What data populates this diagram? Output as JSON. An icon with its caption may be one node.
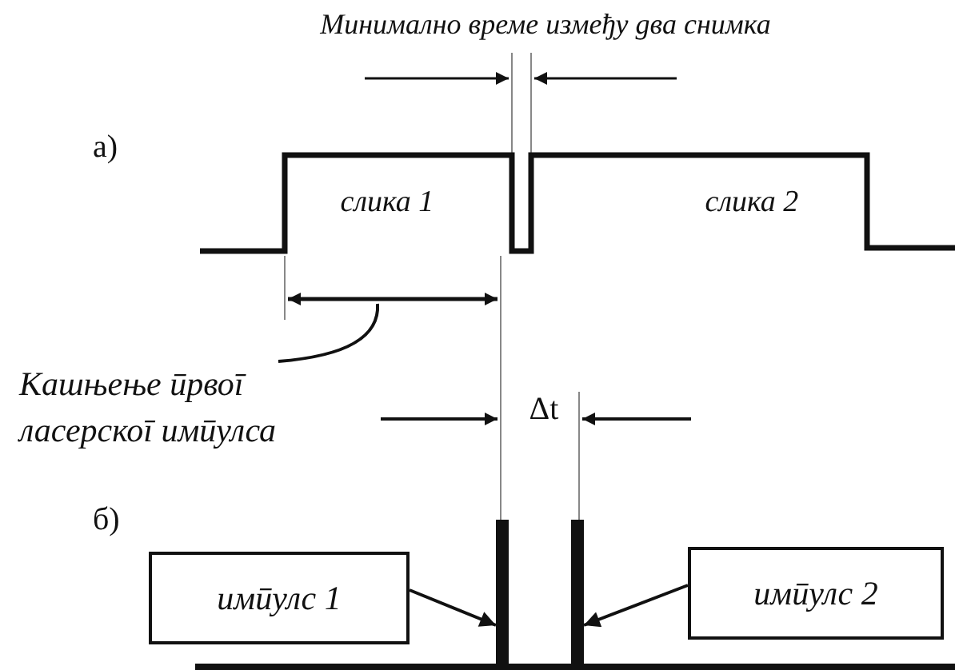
{
  "diagram": {
    "title": "Минимално време између два снимка",
    "nodes": [
      {
        "text": [
          "Кашњење првог ласерског импулса"
        ]
      },
      {
        "text": [
          "импулс 1"
        ]
      },
      {
        "text": [
          "импулс 2"
        ]
      },
      {
        "text": [],
        "shape": "bar"
      },
      {
        "text": [],
        "shape": "bar"
      }
    ],
    "edges": [
      {
        "from": 0,
        "to": null,
        "arrow": "none"
      },
      {
        "from": 1,
        "to": 3,
        "arrow": "to"
      },
      {
        "from": 2,
        "to": 4,
        "arrow": "to"
      }
    ],
    "labels": [
      "а)",
      "слика 1",
      "слика 2",
      "Δt",
      "б)"
    ]
  }
}
